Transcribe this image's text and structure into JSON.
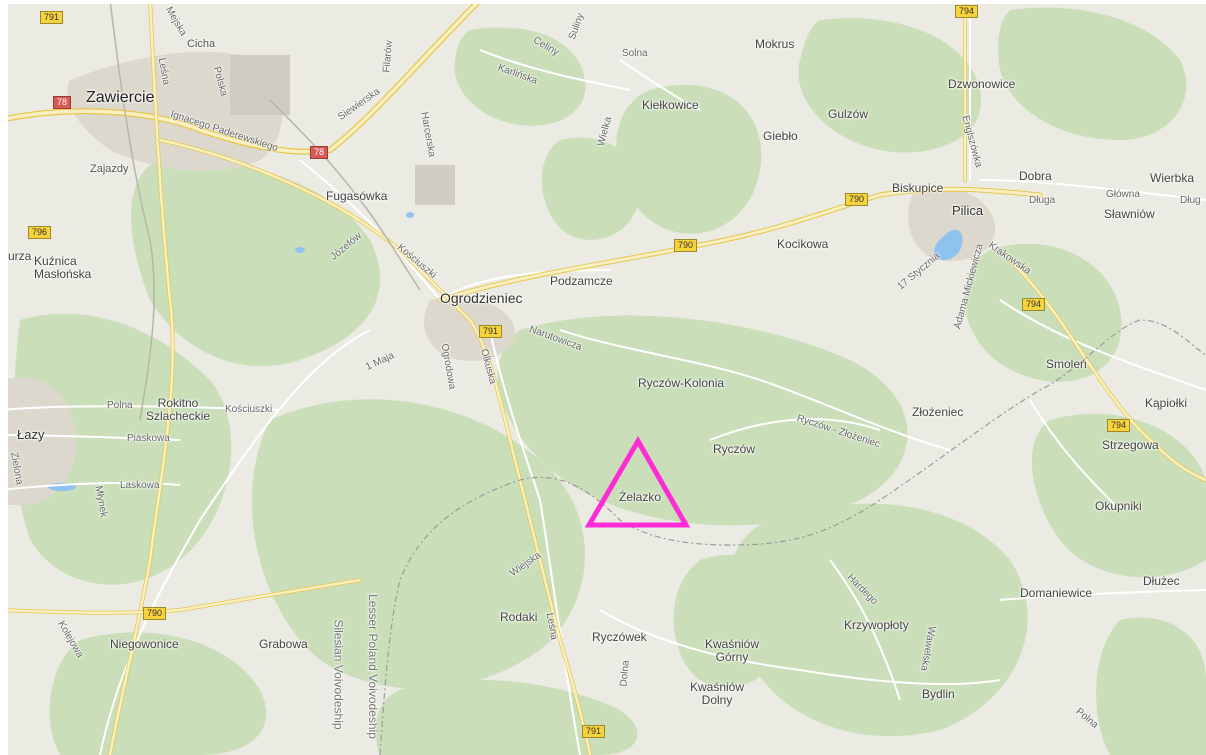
{
  "map": {
    "colors": {
      "land": "#ecebe3",
      "forest": "#cadfb9",
      "urban": "#dcd8cd",
      "road_main": "#f8f0c4",
      "road_main_edge": "#e6c74a",
      "road_minor": "#ffffff",
      "border": "#9a9a9a",
      "water": "#8ec2ef",
      "marker": "#ff2bd6"
    },
    "places": [
      {
        "key": "zawiercie",
        "text": "Zawiercie"
      },
      {
        "key": "cicha",
        "text": "Cicha"
      },
      {
        "key": "mokrus",
        "text": "Mokrus"
      },
      {
        "key": "dzwonowice",
        "text": "Dzwonowice"
      },
      {
        "key": "kielkowice",
        "text": "Kiełkowice"
      },
      {
        "key": "gulzow",
        "text": "Gulzów"
      },
      {
        "key": "gieblo",
        "text": "Giebło"
      },
      {
        "key": "zajazdy",
        "text": "Zajazdy"
      },
      {
        "key": "fugasowka",
        "text": "Fugasówka"
      },
      {
        "key": "biskupice",
        "text": "Biskupice"
      },
      {
        "key": "dobra",
        "text": "Dobra"
      },
      {
        "key": "wierbka",
        "text": "Wierbka"
      },
      {
        "key": "pilica",
        "text": "Pilica"
      },
      {
        "key": "slawniow",
        "text": "Sławniów"
      },
      {
        "key": "kocikowa",
        "text": "Kocikowa"
      },
      {
        "key": "kuznica",
        "text": "Kuźnica\nMasłońska"
      },
      {
        "key": "podzamcze",
        "text": "Podzamcze"
      },
      {
        "key": "ogrodzieniec",
        "text": "Ogrodzieniec"
      },
      {
        "key": "smolen",
        "text": "Smoleń"
      },
      {
        "key": "ryczow_kolonia",
        "text": "Ryczów-Kolonia"
      },
      {
        "key": "kapiolki",
        "text": "Kąpiołki"
      },
      {
        "key": "rokitno",
        "text": "Rokitno\nSzlacheckie"
      },
      {
        "key": "zlozeniec",
        "text": "Złożeniec"
      },
      {
        "key": "lazy",
        "text": "Łazy"
      },
      {
        "key": "strzegowa",
        "text": "Strzegowa"
      },
      {
        "key": "ryczow",
        "text": "Ryczów"
      },
      {
        "key": "zelazko",
        "text": "Żelazko"
      },
      {
        "key": "okupniki",
        "text": "Okupniki"
      },
      {
        "key": "domaniewice",
        "text": "Domaniewice"
      },
      {
        "key": "dluzec",
        "text": "Dłużec"
      },
      {
        "key": "rodaki",
        "text": "Rodaki"
      },
      {
        "key": "krzywoploty",
        "text": "Krzywopłoty"
      },
      {
        "key": "niegowonice",
        "text": "Niegowonice"
      },
      {
        "key": "grabowa",
        "text": "Grabowa"
      },
      {
        "key": "ryczowek",
        "text": "Ryczówek"
      },
      {
        "key": "kwasniow_gorny",
        "text": "Kwaśniów\nGórny"
      },
      {
        "key": "kwasniow_dolny",
        "text": "Kwaśniów\nDolny"
      },
      {
        "key": "bydlin",
        "text": "Bydlin"
      },
      {
        "key": "urza",
        "text": "urza"
      }
    ],
    "streets": [
      {
        "key": "mejska",
        "text": "Mejska"
      },
      {
        "key": "lesna_n",
        "text": "Leśna"
      },
      {
        "key": "polska",
        "text": "Polska"
      },
      {
        "key": "filarow",
        "text": "Filarów"
      },
      {
        "key": "celiny",
        "text": "Celiny"
      },
      {
        "key": "sulimy",
        "text": "Suliny"
      },
      {
        "key": "solna",
        "text": "Solna"
      },
      {
        "key": "karlinska",
        "text": "Karlińska"
      },
      {
        "key": "siewierska",
        "text": "Siewierska"
      },
      {
        "key": "paderewskiego",
        "text": "Ignacego Paderewskiego"
      },
      {
        "key": "harcerska",
        "text": "Harcerska"
      },
      {
        "key": "wielka",
        "text": "Wielka"
      },
      {
        "key": "angielszowka",
        "text": "Englszówka"
      },
      {
        "key": "glowna",
        "text": "Główna"
      },
      {
        "key": "dluga",
        "text": "Długa"
      },
      {
        "key": "dlugo",
        "text": "Dług"
      },
      {
        "key": "jozefow",
        "text": "Józefów"
      },
      {
        "key": "kosciuszki_n",
        "text": "Kościuszki"
      },
      {
        "key": "krakowska",
        "text": "Krakowska"
      },
      {
        "key": "styczna",
        "text": "17 Stycznia"
      },
      {
        "key": "mickiewicza",
        "text": "Adama Mickiewicza"
      },
      {
        "key": "narutowicza",
        "text": "Narutowicza"
      },
      {
        "key": "ogrodowa",
        "text": "Ogrodowa"
      },
      {
        "key": "olkuska",
        "text": "Olkuska"
      },
      {
        "key": "maja",
        "text": "1 Maja"
      },
      {
        "key": "polna_w",
        "text": "Polna"
      },
      {
        "key": "kosciuszki_w",
        "text": "Kościuszki"
      },
      {
        "key": "piaskowa",
        "text": "Piaskowa"
      },
      {
        "key": "zielona",
        "text": "Zielona"
      },
      {
        "key": "laskowa",
        "text": "Laskowa"
      },
      {
        "key": "mlynek",
        "text": "Młynek"
      },
      {
        "key": "ryczow_zlozeniec",
        "text": "Ryczów - Złożeniec"
      },
      {
        "key": "wiejska",
        "text": "Wiejska"
      },
      {
        "key": "hardego",
        "text": "Hardego"
      },
      {
        "key": "lesna_s",
        "text": "Leśna"
      },
      {
        "key": "dolna",
        "text": "Dolna"
      },
      {
        "key": "kolejowa",
        "text": "Kolejowa"
      },
      {
        "key": "polna_se",
        "text": "Polna"
      },
      {
        "key": "wawelska",
        "text": "Wawelska"
      }
    ],
    "admin": [
      {
        "key": "lesser",
        "text": "Lesser Poland Voivodeship"
      },
      {
        "key": "silesian",
        "text": "Silesian Voivodeship"
      }
    ],
    "shields": [
      {
        "key": "s791_tl",
        "text": "791",
        "kind": "yellow"
      },
      {
        "key": "s794_t",
        "text": "794",
        "kind": "yellow"
      },
      {
        "key": "s78_a",
        "text": "78",
        "kind": "red"
      },
      {
        "key": "s78_b",
        "text": "78",
        "kind": "red"
      },
      {
        "key": "s796",
        "text": "796",
        "kind": "yellow"
      },
      {
        "key": "s790_a",
        "text": "790",
        "kind": "yellow"
      },
      {
        "key": "s790_b",
        "text": "790",
        "kind": "yellow"
      },
      {
        "key": "s791_m",
        "text": "791",
        "kind": "yellow"
      },
      {
        "key": "s794_m",
        "text": "794",
        "kind": "yellow"
      },
      {
        "key": "s794_r",
        "text": "794",
        "kind": "yellow"
      },
      {
        "key": "s790_sw",
        "text": "790",
        "kind": "yellow"
      },
      {
        "key": "s791_b",
        "text": "791",
        "kind": "yellow"
      }
    ]
  }
}
